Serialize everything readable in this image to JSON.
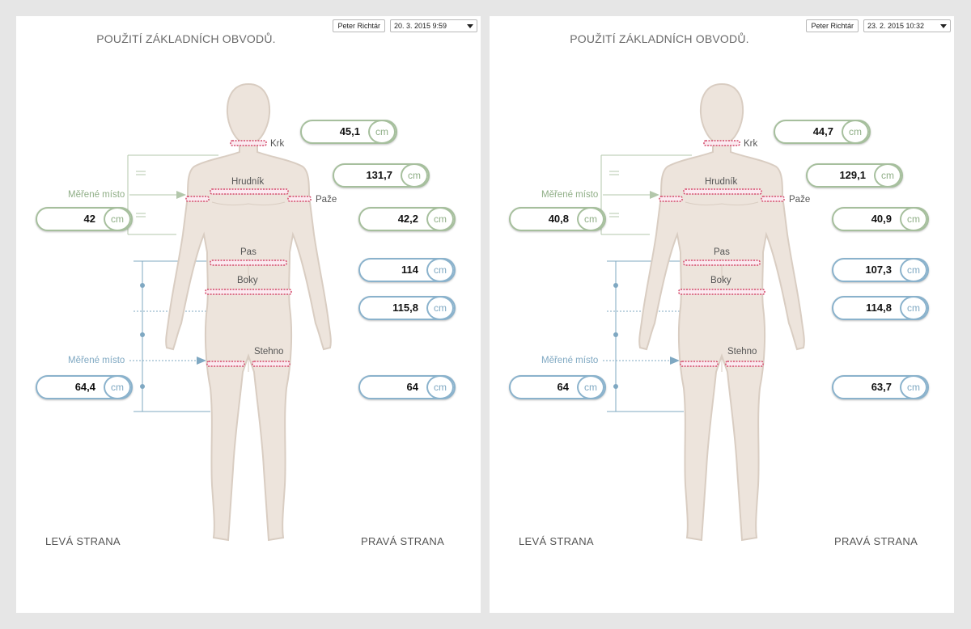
{
  "labels": {
    "title": "POUŽITÍ ZÁKLADNÍCH OBVODŮ.",
    "krk": "Krk",
    "hrudnik": "Hrudník",
    "paze": "Paže",
    "pas": "Pas",
    "boky": "Boky",
    "stehno": "Stehno",
    "merene_misto": "Měřené místo",
    "leva": "LEVÁ STRANA",
    "prava": "PRAVÁ STRANA",
    "unit": "cm"
  },
  "colors": {
    "green": "#a6bf9d",
    "blue": "#8ab2cc",
    "body": "#ede4dc",
    "tape": "#d44a6b"
  },
  "panels": [
    {
      "user": "Peter Richtár",
      "date": "20. 3. 2015 9:59",
      "values": {
        "krk": "45,1",
        "hrudnik": "131,7",
        "paze_left": "42",
        "paze_right": "42,2",
        "pas": "114",
        "boky": "115,8",
        "stehno_left": "64,4",
        "stehno_right": "64"
      }
    },
    {
      "user": "Peter Richtár",
      "date": "23. 2. 2015 10:32",
      "values": {
        "krk": "44,7",
        "hrudnik": "129,1",
        "paze_left": "40,8",
        "paze_right": "40,9",
        "pas": "107,3",
        "boky": "114,8",
        "stehno_left": "64",
        "stehno_right": "63,7"
      }
    }
  ]
}
